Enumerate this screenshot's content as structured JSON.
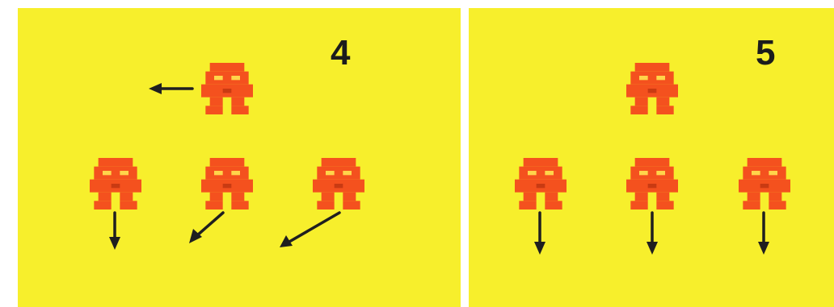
{
  "colors": {
    "background": "#f7ef2c",
    "robot": "#f4511e",
    "robot_dark": "#c93a12",
    "arrow": "#1f1f1f"
  },
  "panels": [
    {
      "label": "4",
      "robots": [
        "top-left-moving",
        "bottom-1",
        "bottom-2",
        "bottom-3"
      ],
      "arrows": [
        "left",
        "down",
        "down-left",
        "down-left"
      ]
    },
    {
      "label": "5",
      "robots": [
        "top",
        "bottom-1",
        "bottom-2",
        "bottom-3"
      ],
      "arrows": [
        "down",
        "down",
        "down"
      ]
    }
  ]
}
